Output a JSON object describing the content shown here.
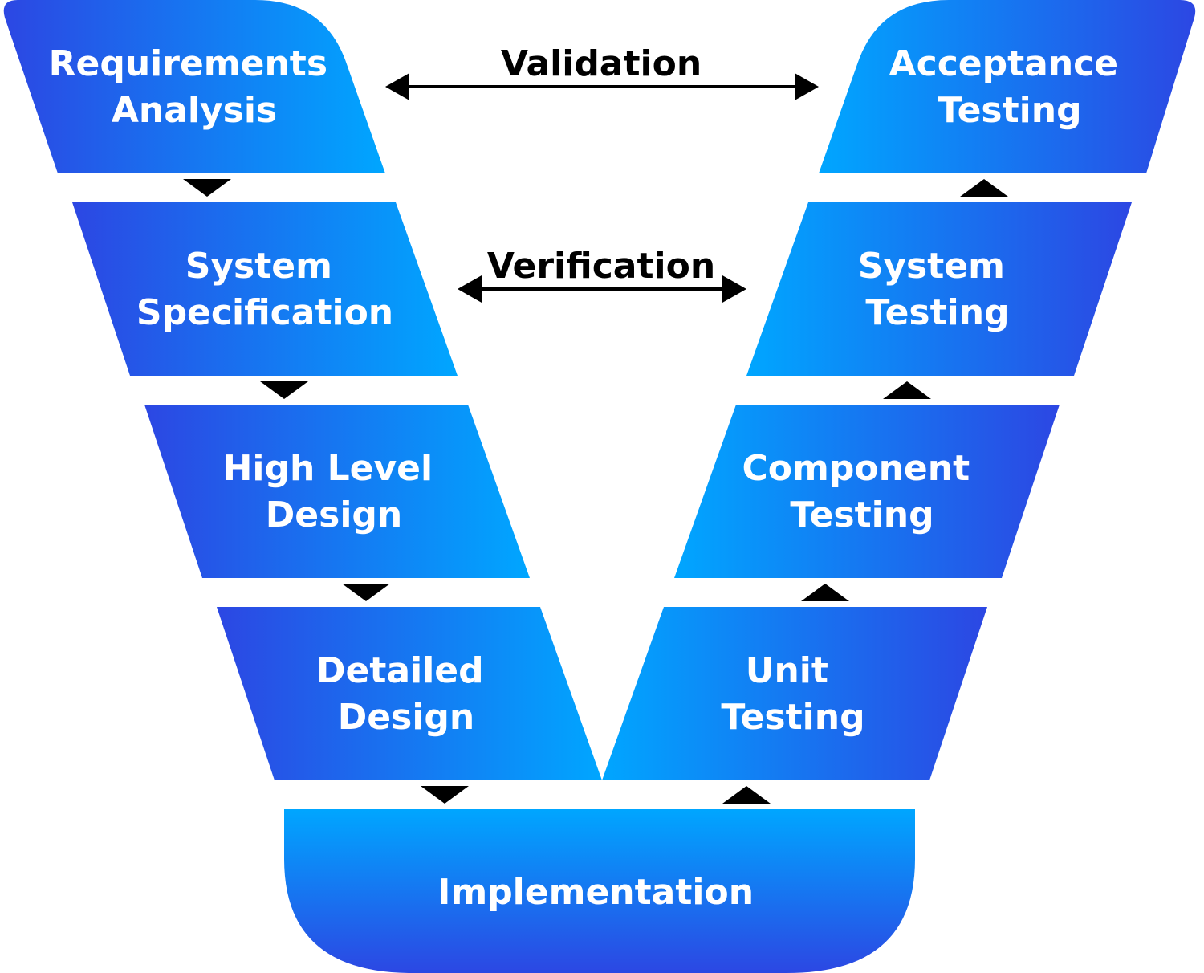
{
  "colors": {
    "gradient_dark": "#2c47e3",
    "gradient_light": "#00a6ff",
    "connector": "#000000",
    "label_text": "#ffffff",
    "arrow_text": "#000000"
  },
  "left_stages": [
    {
      "line1": "Requirements",
      "line2": "Analysis"
    },
    {
      "line1": "System",
      "line2": "Specification"
    },
    {
      "line1": "High Level",
      "line2": "Design"
    },
    {
      "line1": "Detailed",
      "line2": "Design"
    }
  ],
  "right_stages": [
    {
      "line1": "Acceptance",
      "line2": "Testing"
    },
    {
      "line1": "System",
      "line2": "Testing"
    },
    {
      "line1": "Component",
      "line2": "Testing"
    },
    {
      "line1": "Unit",
      "line2": "Testing"
    }
  ],
  "bottom_stage": {
    "label": "Implementation"
  },
  "relations": {
    "validation": "Validation",
    "verification": "Verification"
  }
}
